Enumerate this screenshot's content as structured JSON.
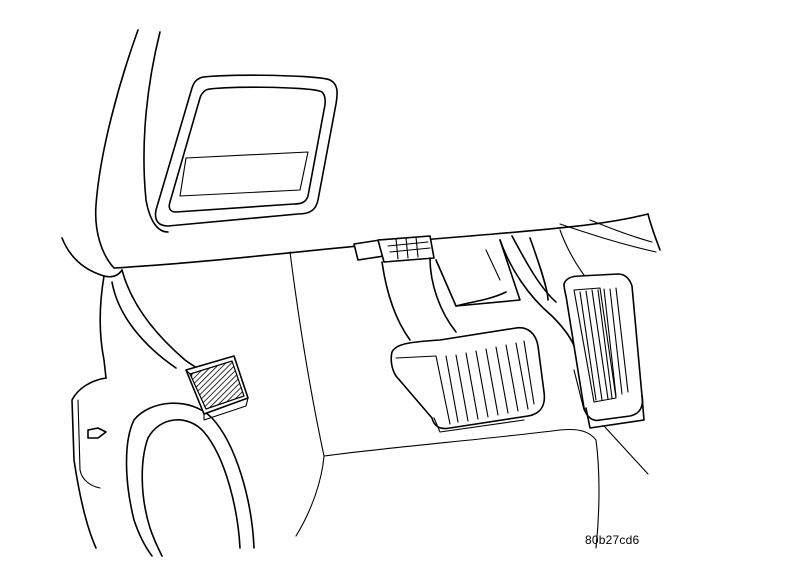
{
  "figure": {
    "code": "80b27cd6",
    "colors": {
      "line": "#000000",
      "background": "#ffffff"
    },
    "parts": [
      "dash-panel",
      "glove-box-recess",
      "knee-bolster",
      "parking-brake-pedal",
      "brake-pedal",
      "accelerator-pedal",
      "brake-lamp-switch",
      "kick-panel",
      "wheel-well"
    ]
  }
}
